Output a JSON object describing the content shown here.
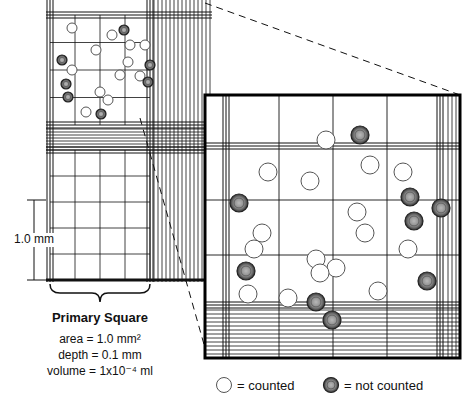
{
  "diagram": {
    "labels": [
      "1.0 mm",
      "Primary Square",
      "area = 1.0 mm²",
      "depth = 0.1 mm",
      "volume = 1x10⁻⁴ ml"
    ],
    "legend": [
      {
        "text": "= counted"
      },
      {
        "text": "= not counted"
      }
    ]
  }
}
